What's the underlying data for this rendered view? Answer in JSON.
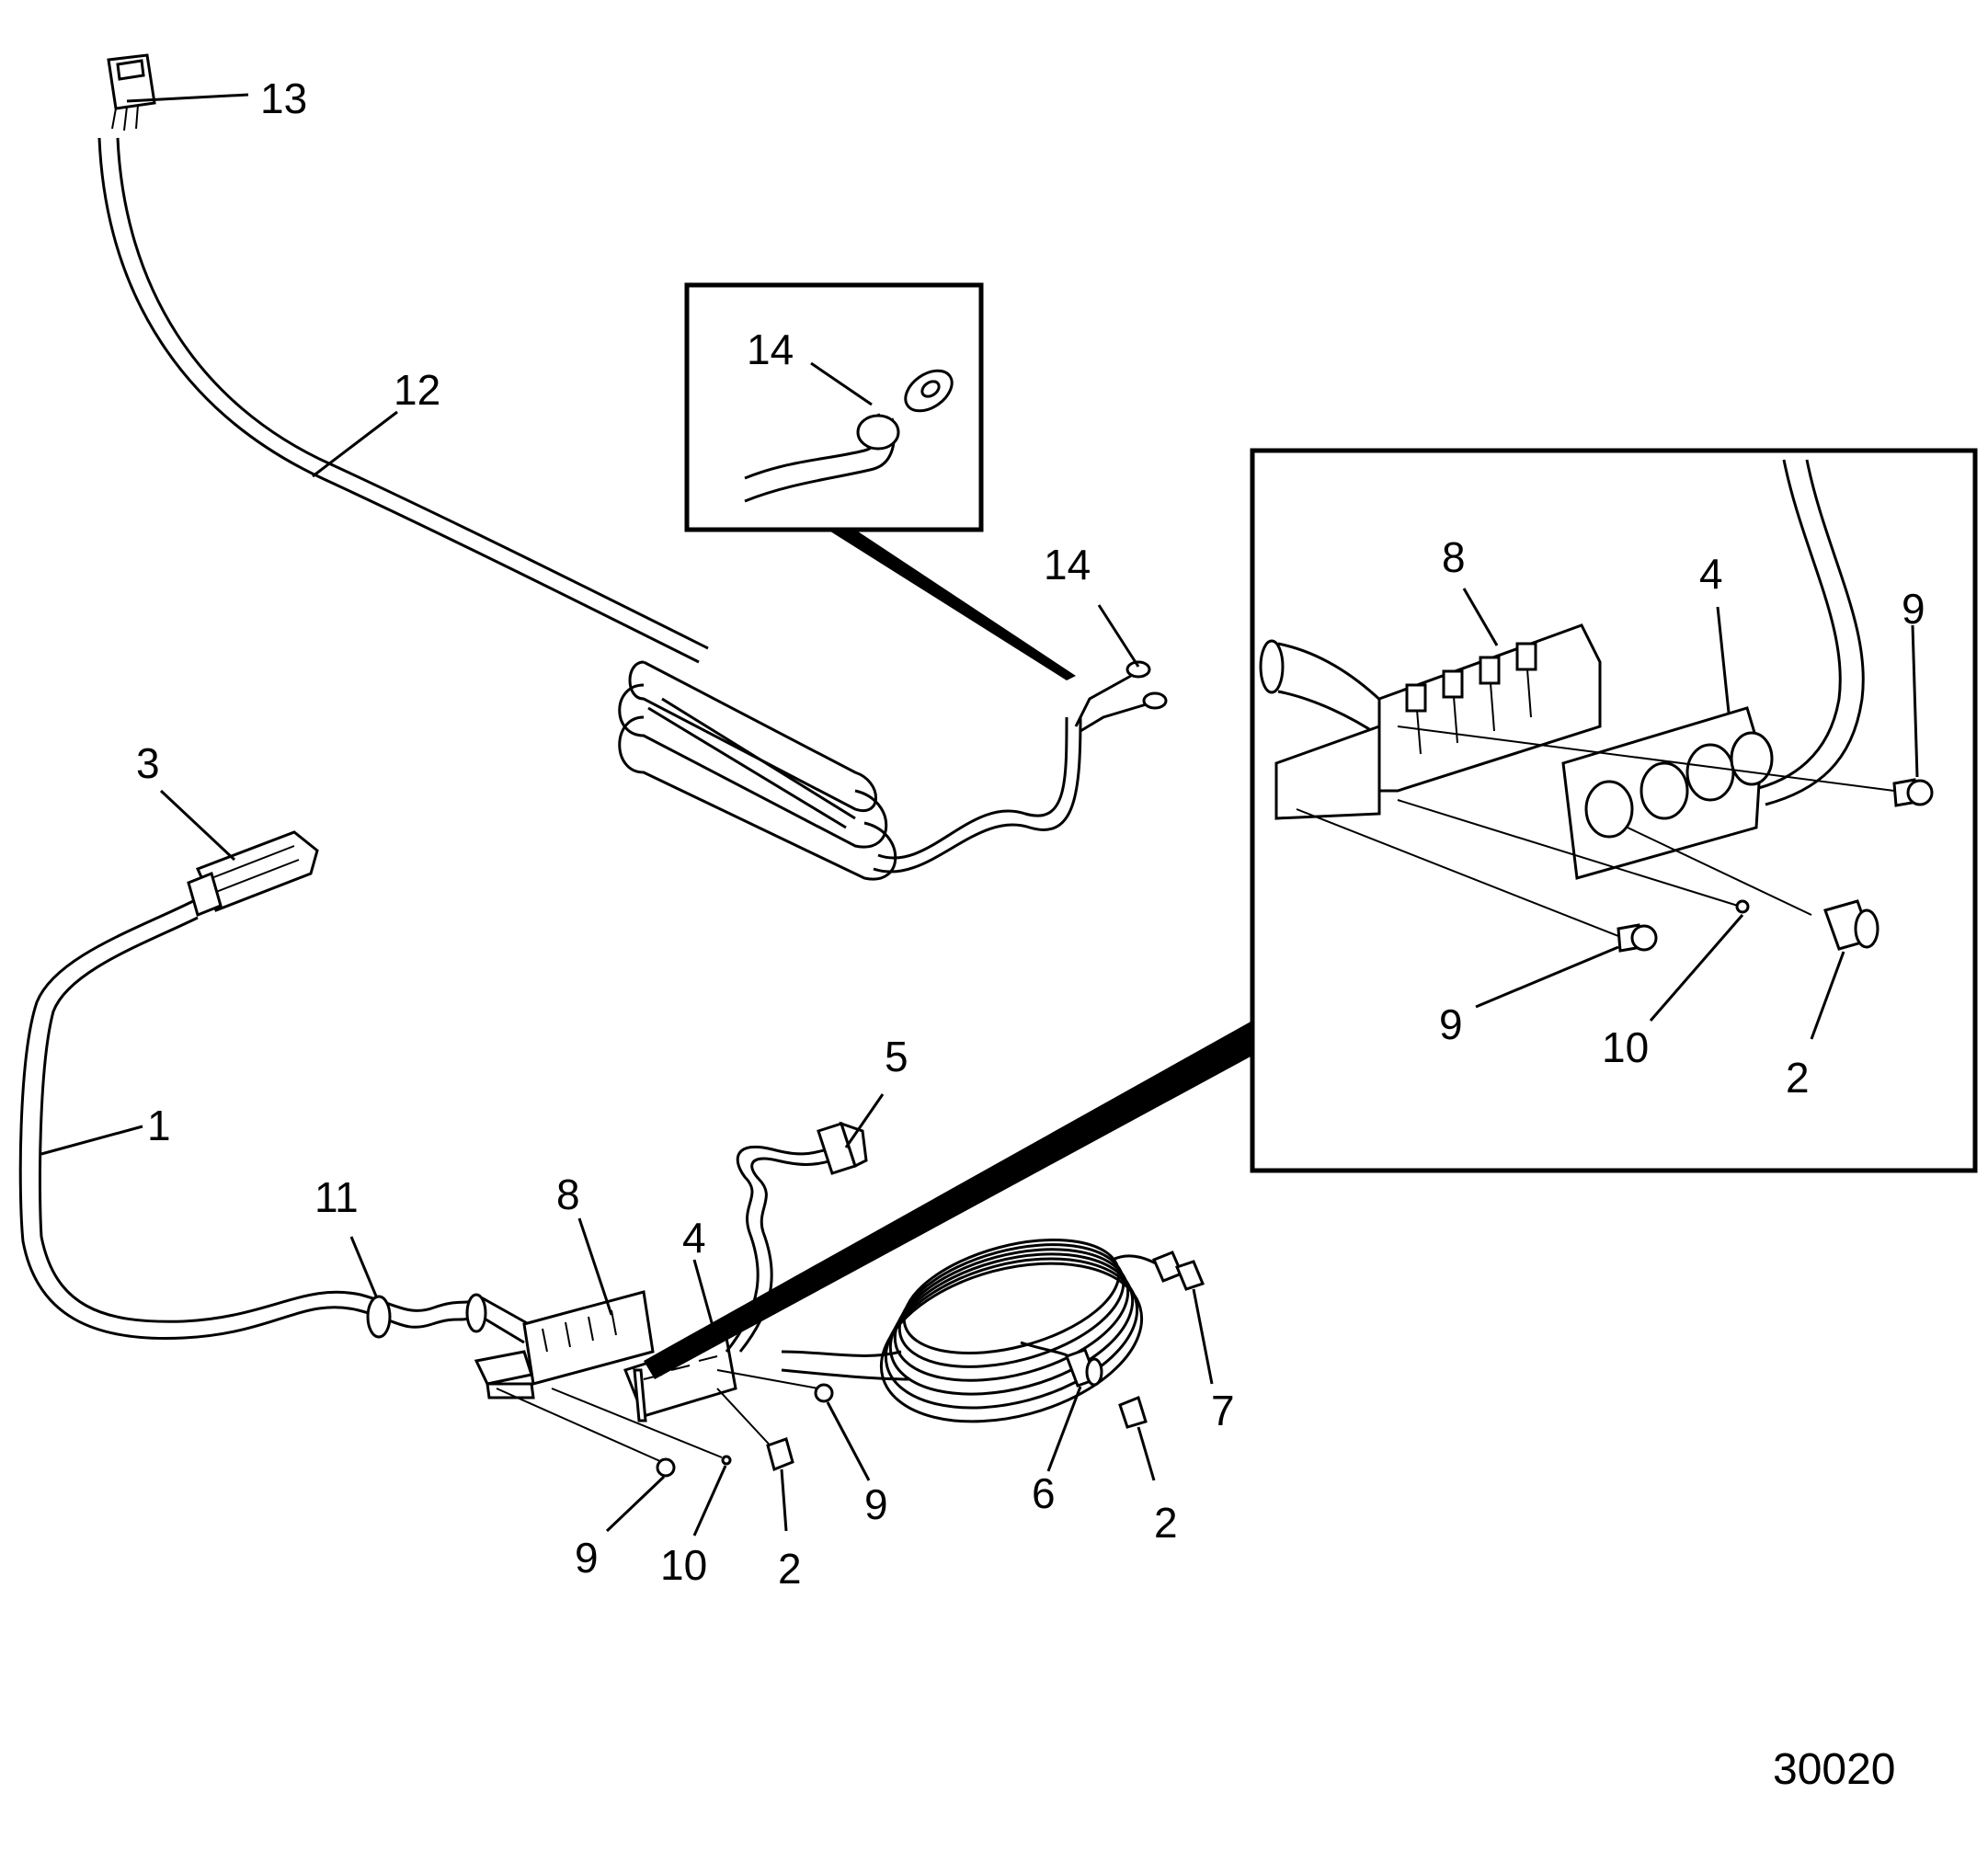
{
  "diagram": {
    "document_number": "30020",
    "callouts": {
      "c13": "13",
      "c12": "12",
      "c14_inset": "14",
      "c14": "14",
      "c3": "3",
      "c1": "1",
      "c11": "11",
      "c5": "5",
      "c8": "8",
      "c4": "4",
      "c9_left": "9",
      "c10": "10",
      "c2_left": "2",
      "c9_mid": "9",
      "c6": "6",
      "c2_right": "2",
      "c7": "7",
      "d8": "8",
      "d4": "4",
      "d9_top": "9",
      "d9_bottom": "9",
      "d10": "10",
      "d2": "2"
    }
  }
}
